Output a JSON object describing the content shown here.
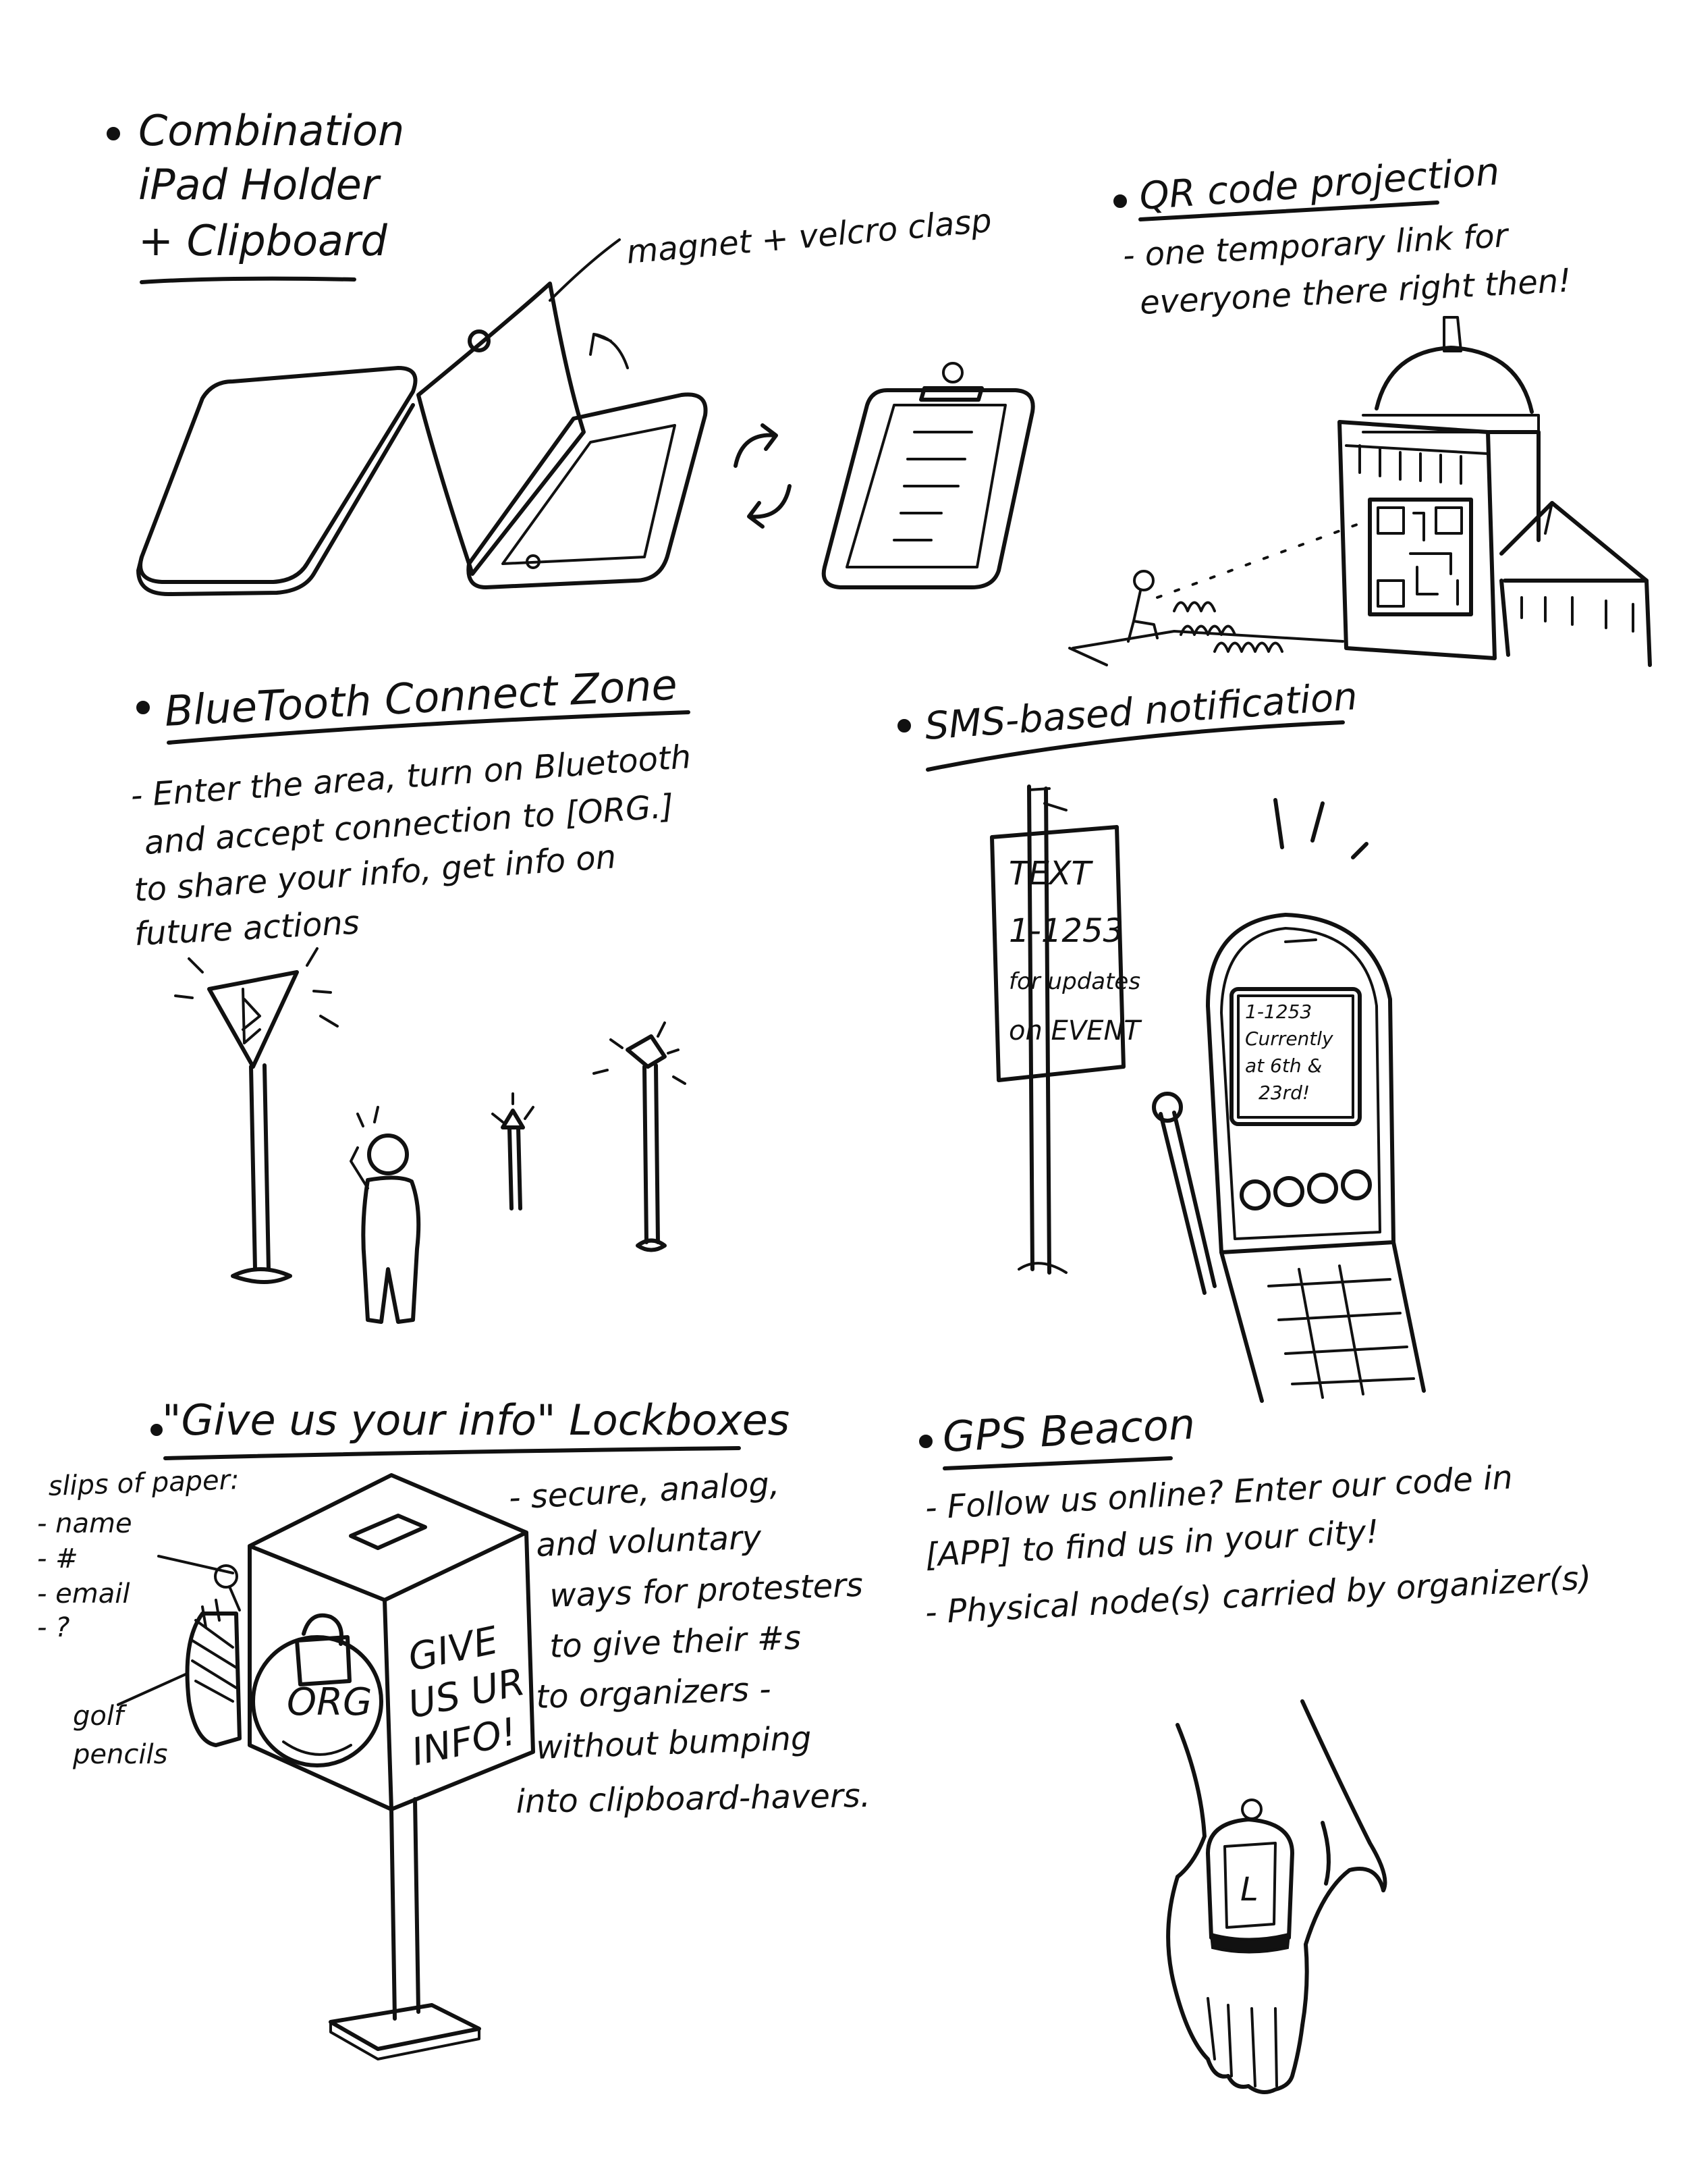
{
  "ipad": {
    "title_lines": [
      "Combination",
      "iPad Holder",
      "+ Clipboard"
    ],
    "annotation": "magnet + velcro clasp"
  },
  "qr": {
    "title": "QR code projection",
    "desc_lines": [
      "- one temporary link for",
      "everyone there right then!"
    ]
  },
  "bluetooth": {
    "title": "BlueTooth Connect Zone",
    "desc_lines": [
      "- Enter the area, turn on Bluetooth",
      "and accept connection to [ORG.]",
      "to share your info, get info on",
      "future actions"
    ]
  },
  "sms": {
    "title": "SMS-based notification",
    "sign_lines": [
      "TEXT",
      "1-1253",
      "for updates",
      "on EVENT"
    ],
    "phone_screen_lines": [
      "1-1253",
      "Currently",
      "at 6th &",
      "23rd!"
    ]
  },
  "lockbox": {
    "title": "\"Give us your info\" Lockboxes",
    "slips_lines": [
      "slips of paper:",
      "- name",
      "- #",
      "- email",
      "- ?"
    ],
    "pencils_lines": [
      "golf",
      "pencils"
    ],
    "box_front_lines": [
      "GIVE",
      "US UR",
      "INFO!"
    ],
    "box_side_label": "ORG",
    "desc_lines": [
      "- secure, analog,",
      "and voluntary",
      "ways for protesters",
      "to give their #s",
      "to organizers -",
      "without bumping",
      "into clipboard-havers."
    ]
  },
  "gps": {
    "title": "GPS Beacon",
    "desc_lines": [
      "- Follow us online? Enter our code in",
      "[APP] to find us in your city!",
      "- Physical node(s) carried by organizer(s)"
    ]
  },
  "colors": {
    "ink": "#111111",
    "paper": "#ffffff"
  }
}
